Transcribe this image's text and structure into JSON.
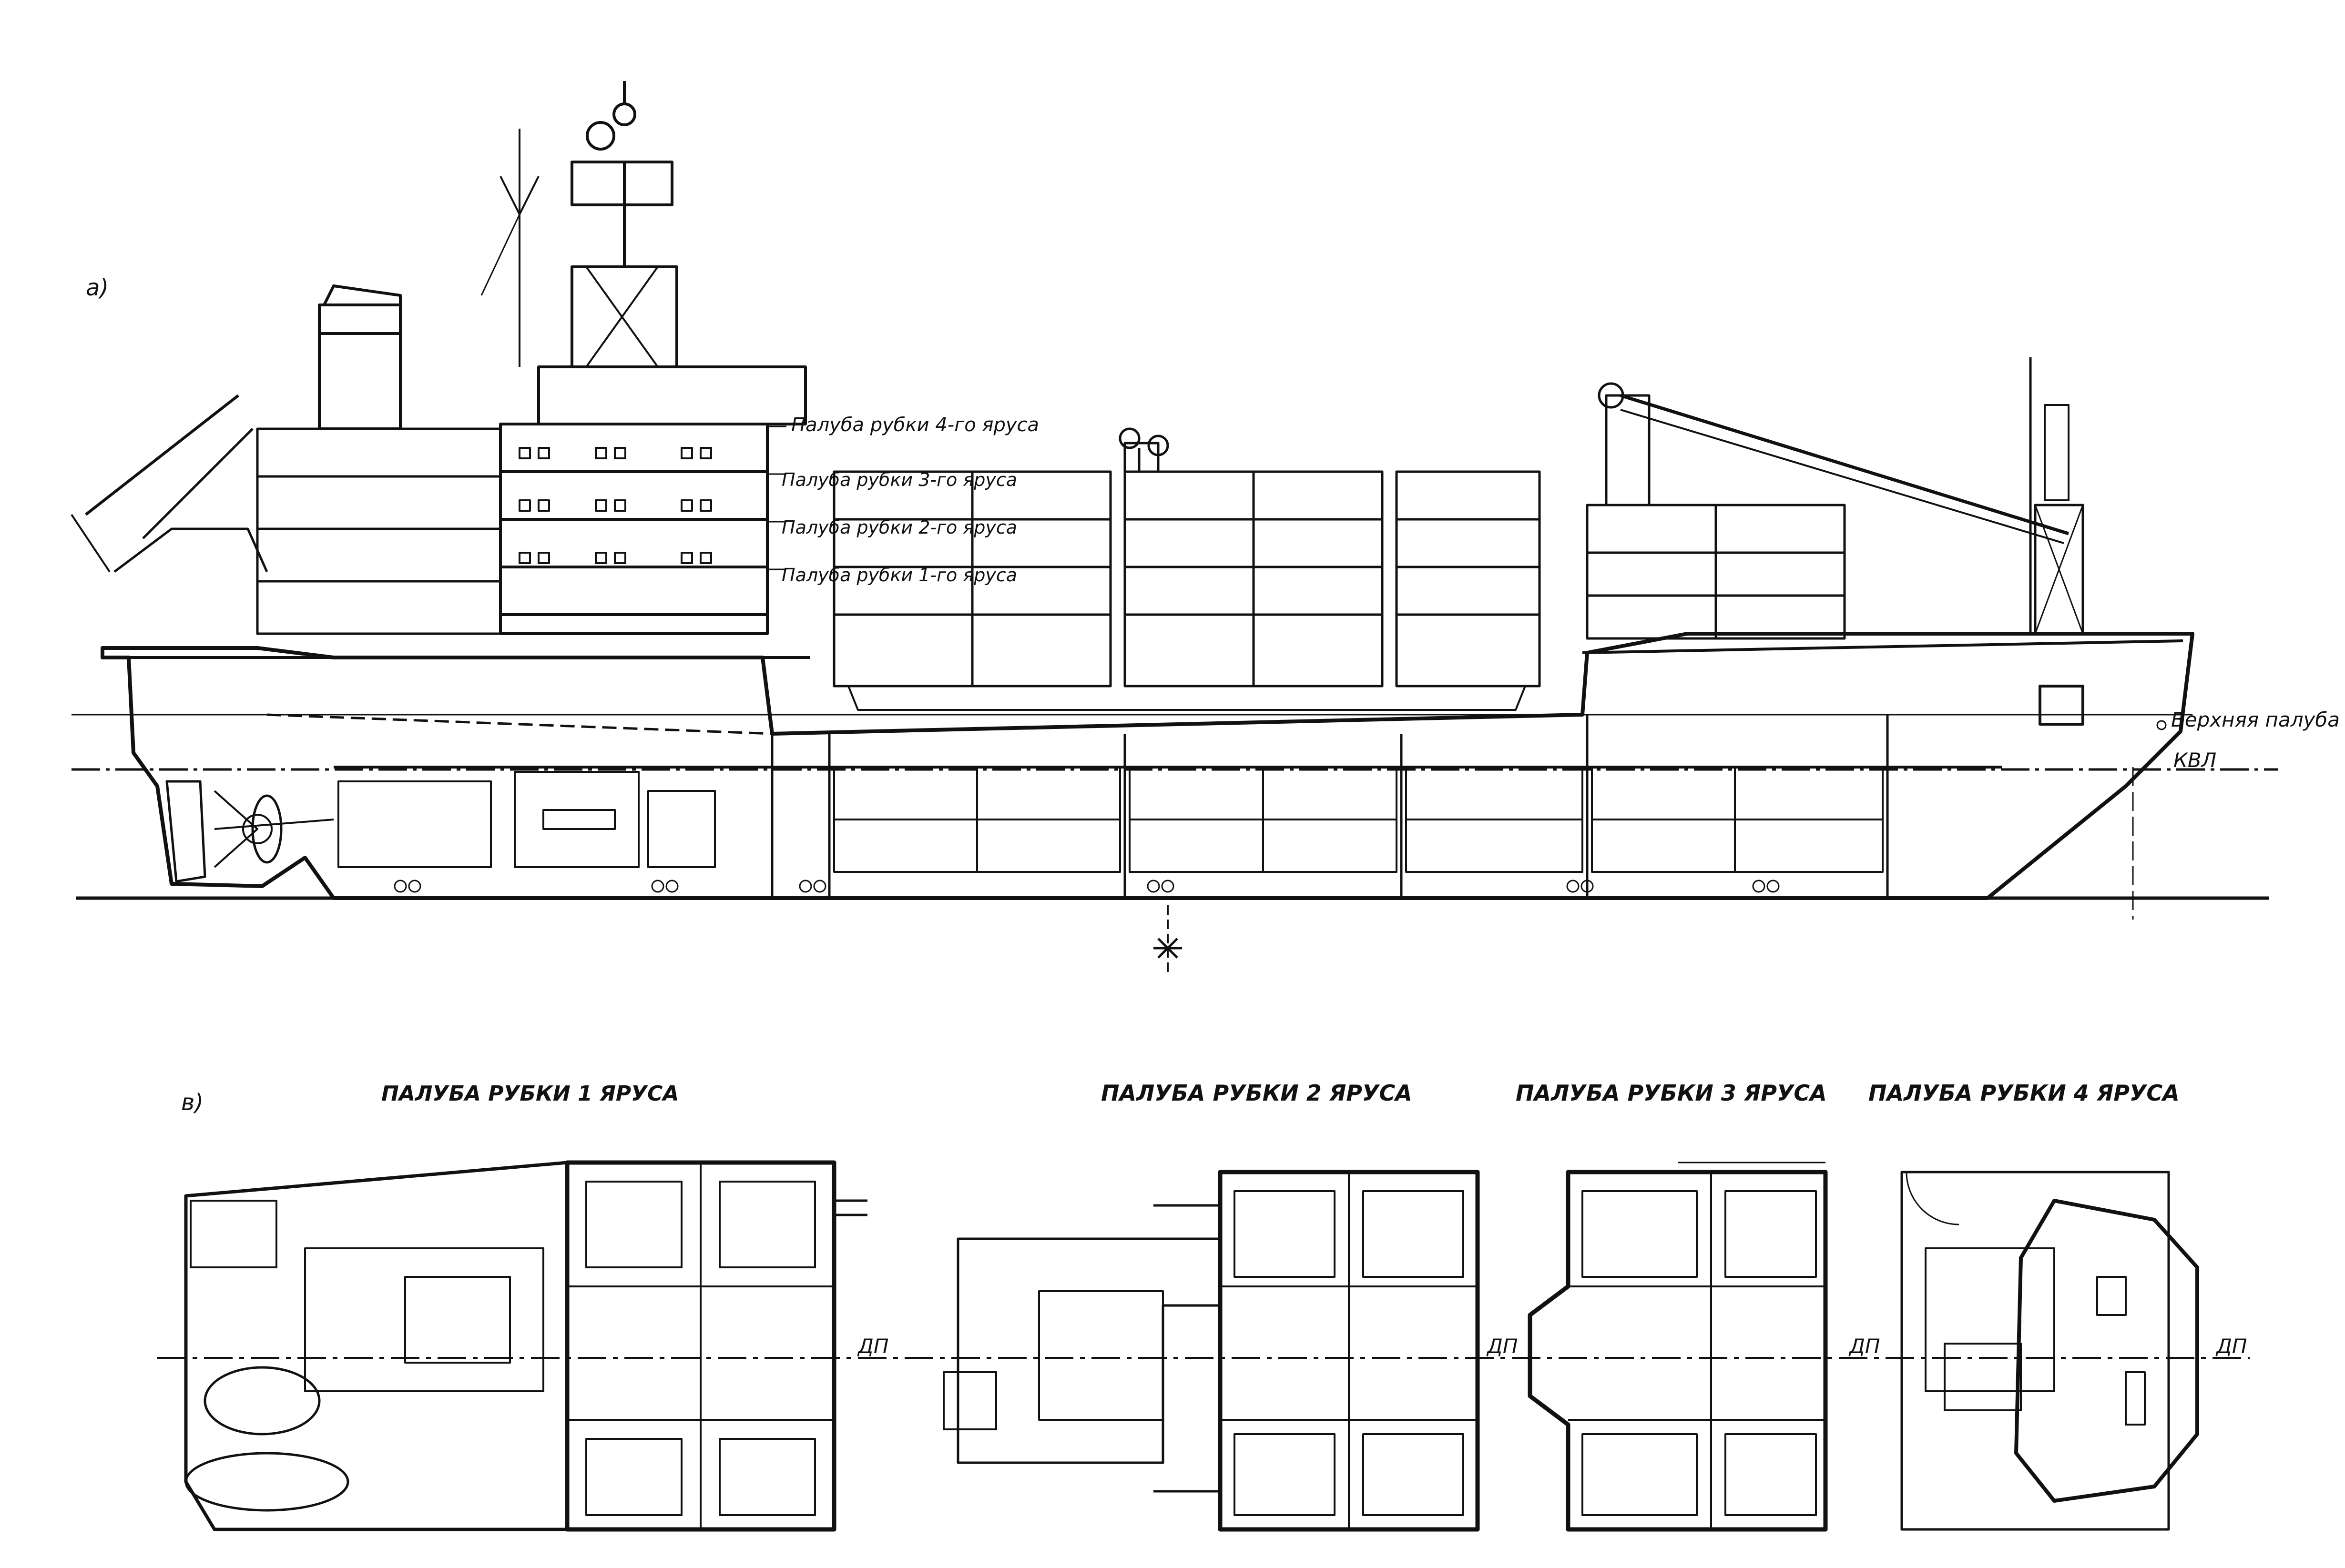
{
  "profile": {
    "marker": "а)",
    "deck_labels": {
      "tier4": "Палуба рубки 4-го яруса",
      "tier3": "Палуба рубки 3-го яруса",
      "tier2": "Палуба рубки 2-го яруса",
      "tier1": "Палуба рубки 1-го яруса",
      "upper_deck": "Верхняя палуба",
      "waterline": "КВЛ"
    }
  },
  "plans": {
    "marker": "в)",
    "centerline": "ДП",
    "titles": {
      "tier1": "ПАЛУБА РУБКИ 1 ЯРУСА",
      "tier2": "ПАЛУБА РУБКИ 2 ЯРУСА",
      "tier3": "ПАЛУБА РУБКИ 3 ЯРУСА",
      "tier4": "ПАЛУБА РУБКИ 4 ЯРУСА"
    }
  },
  "colors": {
    "ink": "#111111",
    "paper": "#ffffff"
  }
}
